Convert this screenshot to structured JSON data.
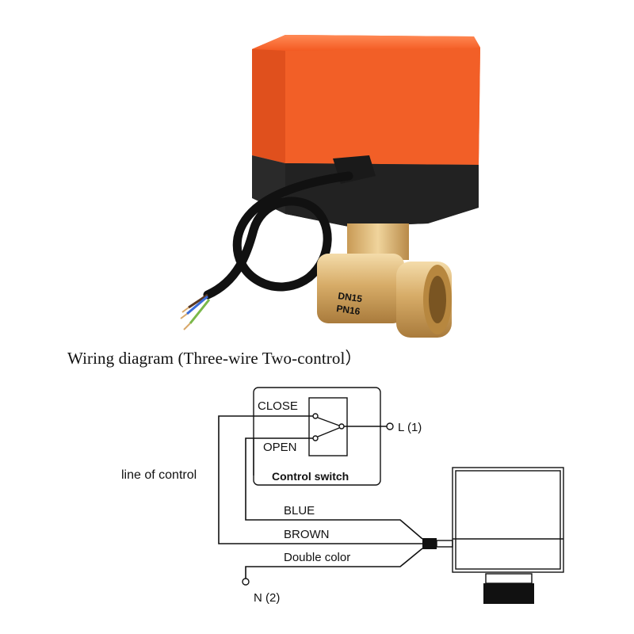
{
  "caption": "Wiring diagram (Three-wire Two-control）",
  "valve_markings": {
    "line1": "DN15",
    "line2": "PN16"
  },
  "switch": {
    "close_label": "CLOSE",
    "open_label": "OPEN",
    "box_label": "Control switch",
    "l_label": "L (1)"
  },
  "control_line_label": "line of control",
  "wires": {
    "blue": "BLUE",
    "brown": "BROWN",
    "double": "Double color"
  },
  "n_label": "N (2)",
  "colors": {
    "actuator_orange": "#f0622d",
    "actuator_black": "#262626",
    "brass": "#d9b070",
    "line": "#111111"
  }
}
